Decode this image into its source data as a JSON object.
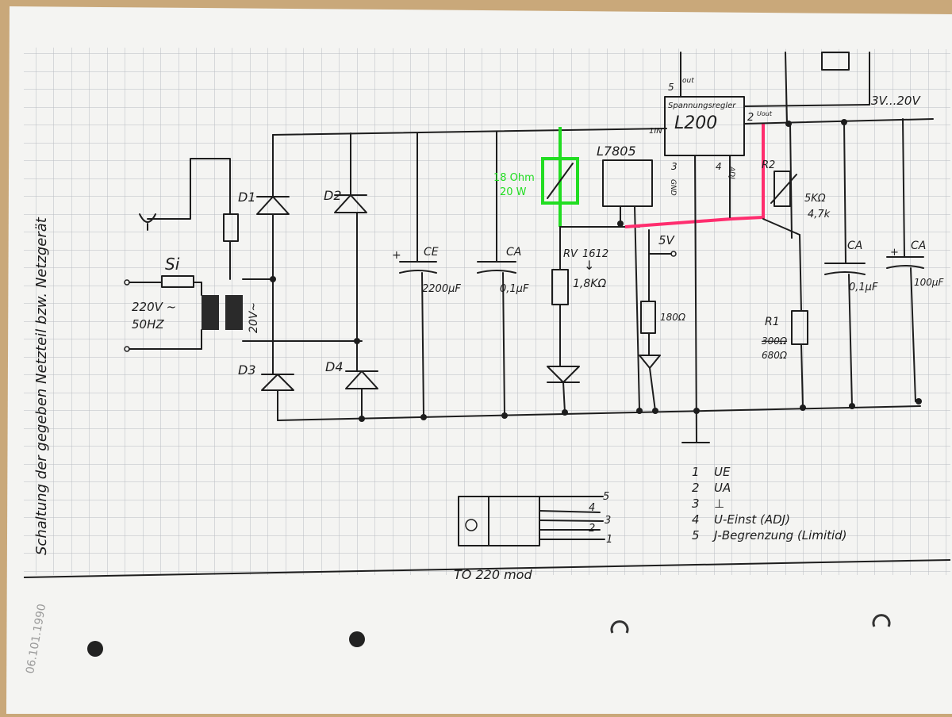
{
  "colors": {
    "paper": "#f4f4f2",
    "grid": "#b9bcc2",
    "ink": "#1d1d1d",
    "green_annotation": "#22dd22",
    "pink_wire": "#ff2d6e",
    "wood": "#c9a87a"
  },
  "title_vertical": "Schaltung der gegeben Netzteil bzw. Netzgerät",
  "date_stamp": "06.101.1990",
  "mains": {
    "fuse": "Si",
    "voltage": "220V ~",
    "frequency": "50HZ",
    "secondary": "20V~"
  },
  "diodes": [
    "D1",
    "D2",
    "D3",
    "D4"
  ],
  "capacitors": {
    "ce_label": "CE",
    "ce_value": "2200µF",
    "c1_label": "CA",
    "c1_value": "0,1µF",
    "c2_label": "CA",
    "c2_value": "0,1µF",
    "c3_label": "CA",
    "c3_value": "100µF"
  },
  "green_resistor": {
    "line1": "18 Ohm",
    "line2": "20 W"
  },
  "resistors": {
    "rv_label": "RV",
    "rv_code": "1612",
    "rv_value": "1,8KΩ",
    "r_led": "180Ω",
    "r2_label": "R2",
    "r2_value1": "5KΩ",
    "r2_value2": "4,7k",
    "r1_label": "R1",
    "r1_value_struck": "300Ω",
    "r1_value": "680Ω"
  },
  "regulators": {
    "l7805": "L7805",
    "five_v": "5V",
    "l200": "L200",
    "l200_sub": "Spannungsregler",
    "pin5": "5",
    "pin5_tag": "out",
    "pin2": "2",
    "pin2_tag": "Uout",
    "pin1_tag": "1IN",
    "pin3": "3",
    "pin3_tag": "GND",
    "pin4": "4",
    "pin4_tag": "ADJ"
  },
  "output": "3V...20V",
  "pin_legend": [
    {
      "num": "1",
      "desc": "UE"
    },
    {
      "num": "2",
      "desc": "UA"
    },
    {
      "num": "3",
      "desc": "⊥"
    },
    {
      "num": "4",
      "desc": "U-Einst (ADJ)"
    },
    {
      "num": "5",
      "desc": "J-Begrenzung (Limitid)"
    }
  ],
  "package": {
    "name": "TO 220 mod",
    "pins": [
      "5",
      "4",
      "3",
      "2",
      "1"
    ]
  }
}
